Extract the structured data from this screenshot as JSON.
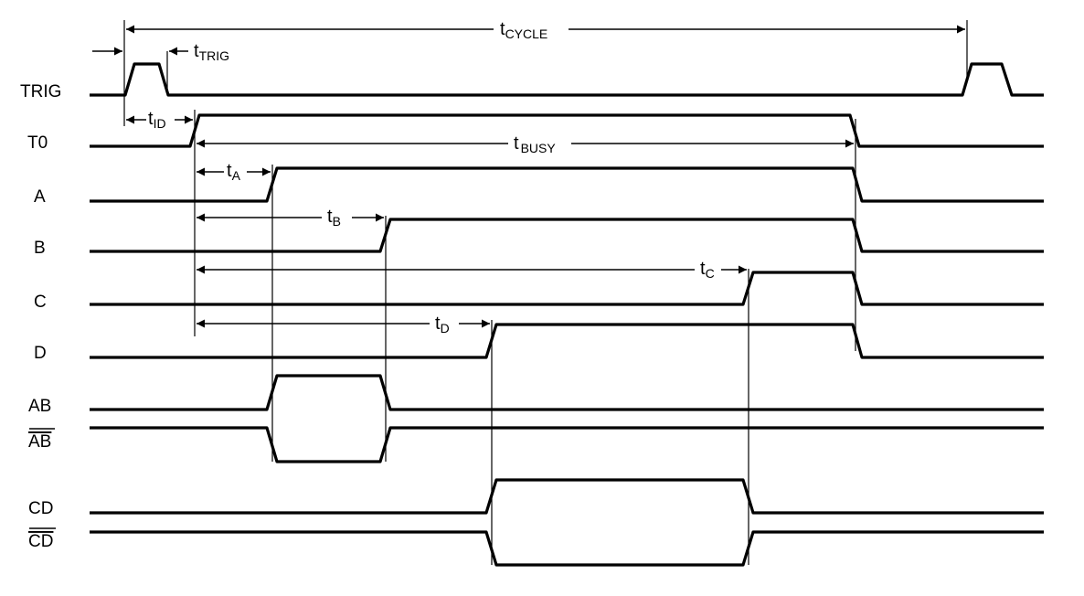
{
  "signals": [
    {
      "id": "trig",
      "label": "TRIG"
    },
    {
      "id": "t0",
      "label": "T0"
    },
    {
      "id": "a",
      "label": "A"
    },
    {
      "id": "b",
      "label": "B"
    },
    {
      "id": "c",
      "label": "C"
    },
    {
      "id": "d",
      "label": "D"
    },
    {
      "id": "ab",
      "label": "AB"
    },
    {
      "id": "ab_bar",
      "label": "AB",
      "overline": true
    },
    {
      "id": "cd",
      "label": "CD"
    },
    {
      "id": "cd_bar",
      "label": "CD",
      "overline": true
    }
  ],
  "timings": {
    "cycle": {
      "main": "t",
      "sub": "CYCLE"
    },
    "trig": {
      "main": "t",
      "sub": "TRIG"
    },
    "id": {
      "main": "t",
      "sub": "ID"
    },
    "busy": {
      "main": "t",
      "sub": "BUSY"
    },
    "a": {
      "main": "t",
      "sub": "A"
    },
    "b": {
      "main": "t",
      "sub": "B"
    },
    "c": {
      "main": "t",
      "sub": "C"
    },
    "d": {
      "main": "t",
      "sub": "D"
    }
  }
}
